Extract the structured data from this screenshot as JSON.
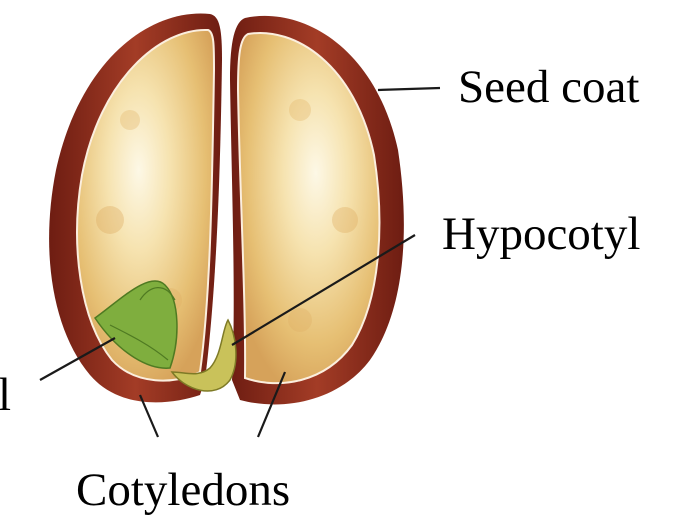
{
  "labels": {
    "seed_coat": "Seed coat",
    "hypocotyl": "Hypocotyl",
    "cotyledons": "Cotyledons",
    "partial_left": "l"
  },
  "colors": {
    "seed_coat": "#8a2a1c",
    "seed_coat_light": "#b5533a",
    "cotyledon": "#e8c27a",
    "cotyledon_center": "#fbf3dc",
    "embryo_leaf": "#7fae3e",
    "hypocotyl": "#c9c25a",
    "leader_line": "#1a1a1a"
  }
}
